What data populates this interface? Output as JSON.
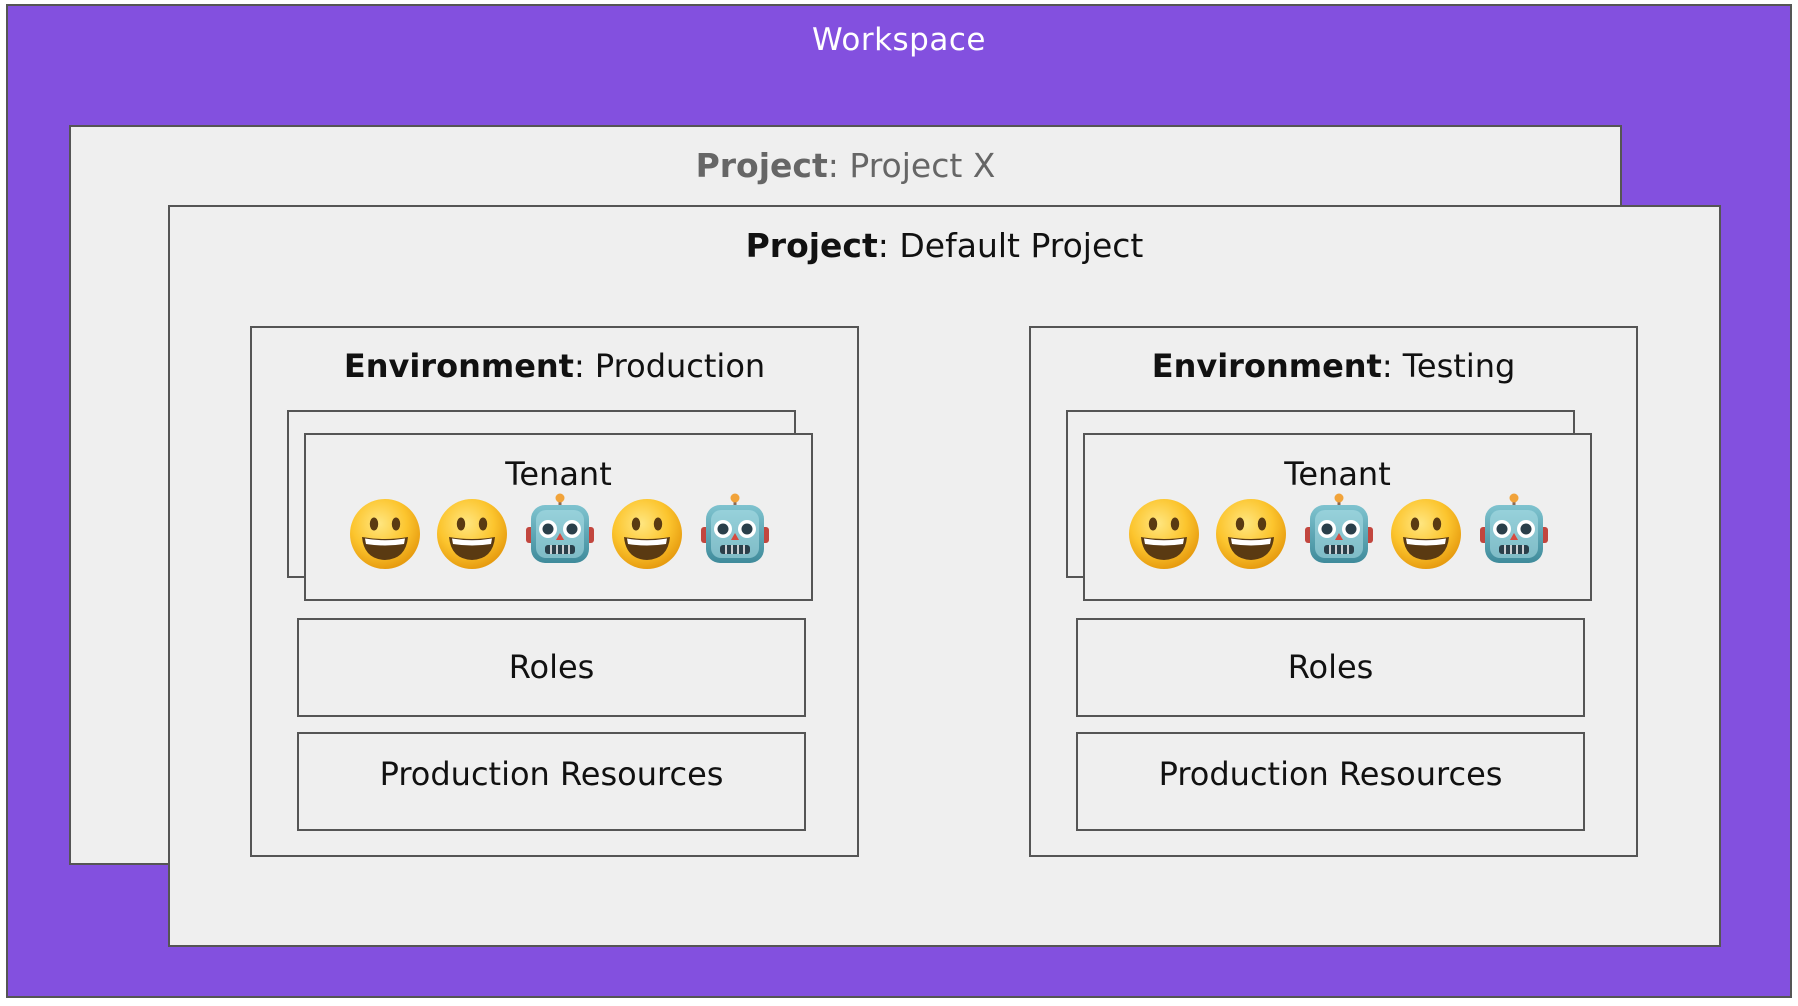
{
  "workspace": {
    "label": "Workspace"
  },
  "project_x": {
    "keyword": "Project",
    "separator": ": ",
    "name": "Project X"
  },
  "default_project": {
    "keyword": "Project",
    "separator": ": ",
    "name": "Default Project"
  },
  "environments": [
    {
      "keyword": "Environment",
      "separator": ": ",
      "name": "Production",
      "tenant_label": "Tenant",
      "members": [
        "smiley-icon",
        "smiley-icon",
        "robot-icon",
        "smiley-icon",
        "robot-icon"
      ],
      "roles_label": "Roles",
      "resources_label": "Production Resources"
    },
    {
      "keyword": "Environment",
      "separator": ": ",
      "name": "Testing",
      "tenant_label": "Tenant",
      "members": [
        "smiley-icon",
        "smiley-icon",
        "robot-icon",
        "smiley-icon",
        "robot-icon"
      ],
      "roles_label": "Roles",
      "resources_label": "Production Resources"
    }
  ],
  "colors": {
    "workspace_bg": "#8350df",
    "box_bg": "#efefef",
    "border": "#555555",
    "muted_text": "#666666"
  }
}
